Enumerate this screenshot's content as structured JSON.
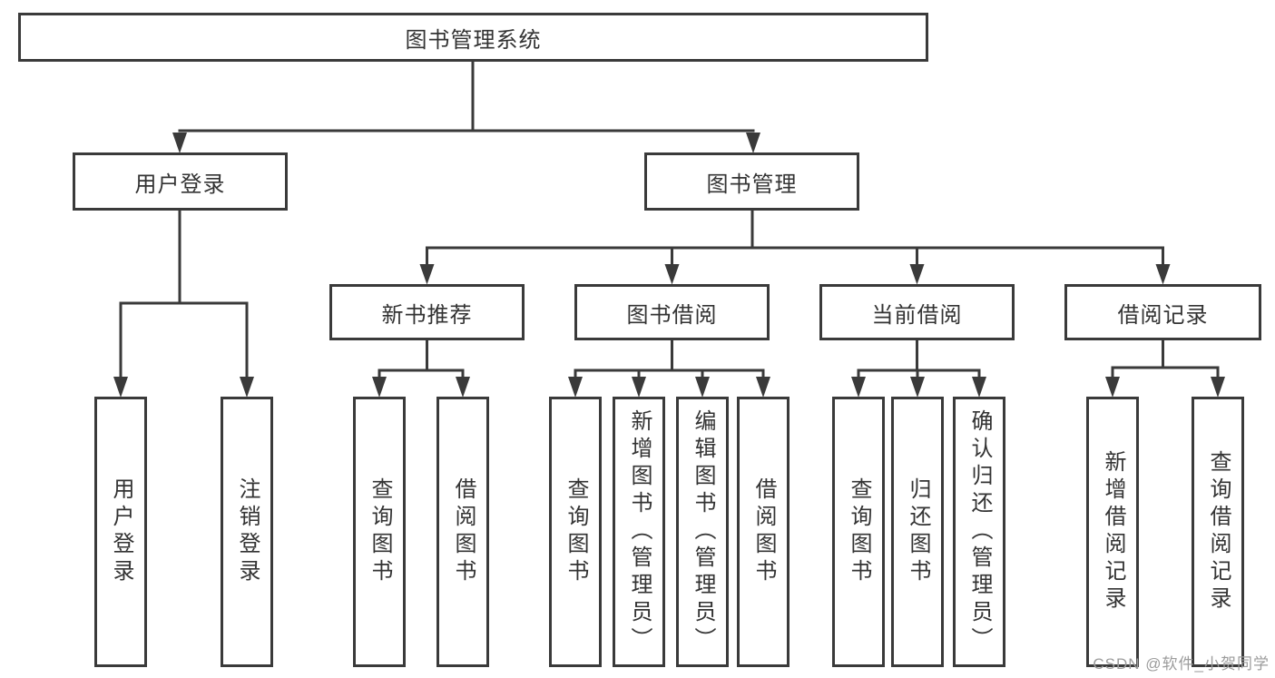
{
  "diagram": {
    "root": {
      "label": "图书管理系统"
    },
    "level2": [
      {
        "label": "用户登录",
        "children": [
          "用户登录",
          "注销登录"
        ]
      },
      {
        "label": "图书管理"
      }
    ],
    "modules": [
      {
        "label": "新书推荐",
        "children": [
          "查询图书",
          "借阅图书"
        ]
      },
      {
        "label": "图书借阅",
        "children": [
          "查询图书",
          "新增图书（管理员）",
          "编辑图书（管理员）",
          "借阅图书"
        ]
      },
      {
        "label": "当前借阅",
        "children": [
          "查询图书",
          "归还图书",
          "确认归还（管理员）"
        ]
      },
      {
        "label": "借阅记录",
        "children": [
          "新增借阅记录",
          "查询借阅记录"
        ]
      }
    ]
  },
  "watermark": {
    "text": "CSDN @软件_小贺同学"
  },
  "colors": {
    "line": "#3a3a3a",
    "text": "#333333",
    "box_background": "#ffffff",
    "watermark": "#9c9c9c",
    "page_background": "#ffffff"
  }
}
